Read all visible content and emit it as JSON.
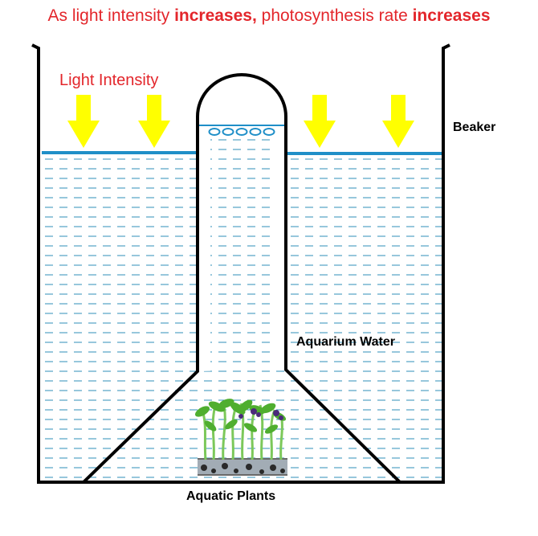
{
  "title": {
    "part1": "As light intensity ",
    "bold1": "increases,",
    "part2": " photosynthesis rate ",
    "bold2": "increases",
    "color": "#e3262b"
  },
  "labels": {
    "light_intensity": "Light Intensity",
    "beaker": "Beaker",
    "aquarium_water": "Aquarium Water",
    "aquatic_plants": "Aquatic Plants"
  },
  "colors": {
    "arrow": "#ffff00",
    "water_surface": "#1f8fc8",
    "water_dash": "#2f8fb8",
    "outline": "#000000",
    "label_red": "#e3262b",
    "plant_green": "#5bbd3a",
    "plant_purple": "#4a2a7a"
  },
  "icons": {
    "arrow": "down-arrow-icon",
    "bubble": "oxygen-bubble-icon",
    "plant": "aquatic-plant-icon"
  },
  "bubble_count": 5
}
